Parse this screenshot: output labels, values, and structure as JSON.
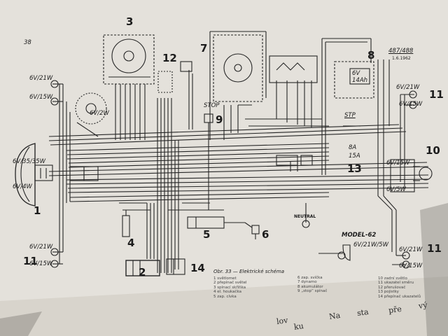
{
  "page_number": "38",
  "header": {
    "model": "487/488",
    "date": "1.6.1962"
  },
  "labels": {
    "l_6v21w_top": "6V/21W",
    "l_6v15w_top": "6V/15W",
    "l_6v2w": "6V/2W",
    "l_6v3535w": "6V/35/35W",
    "l_6v4w": "6V/4W",
    "l_6v21w_bot": "6V/21W",
    "l_6v15w_bot": "6V/15W",
    "l_stop": "STOP",
    "l_stp_right": "STP",
    "l_6v_batt": "6V",
    "l_14ah": "14Ah",
    "l_r6v21w": "6V/21W",
    "l_r6v15w": "6V/15W",
    "l_r6v15w_mid": "6V/15W",
    "l_r6v5w": "6V/5W",
    "l_8a": "8A",
    "l_15a": "15A",
    "l_neutral": "NEUTRAL",
    "l_model": "MODEL-62",
    "l_6v21w5w": "6V/21W/5W",
    "l_r6v21w_bot": "6V/21W",
    "l_r6v15w_bot": "6V/15W"
  },
  "numbers": {
    "n1": "1",
    "n2": "2",
    "n3": "3",
    "n4": "4",
    "n5": "5",
    "n6": "6",
    "n7": "7",
    "n8": "8",
    "n9": "9",
    "n10": "10",
    "n11a": "11",
    "n11b": "11",
    "n11c": "11",
    "n12": "12",
    "n13": "13",
    "n14": "14"
  },
  "caption": "Obr. 33 — Elektrické schéma",
  "legend": {
    "col1": [
      "1 světlomet",
      "2 přepínač světel",
      "3 spínací skříňka",
      "4 el. houkačka",
      "5 zap. cívka"
    ],
    "col2": [
      "6 zap. svíčka",
      "7 dynamo",
      "8 akumulátor",
      "9 „stop“ spínač"
    ],
    "col3": [
      "10 zadní světlo",
      "11 ukazatel směru",
      "12 přerušovač",
      "13 pojistky",
      "14 přepínač ukazatelů"
    ]
  },
  "facing_text": [
    "lov",
    "ku",
    "Na",
    "sta",
    "pře",
    "vý"
  ],
  "colors": {
    "paper": "#e4e1db",
    "ink": "#1c1c1c",
    "background": "#5d5a55"
  }
}
